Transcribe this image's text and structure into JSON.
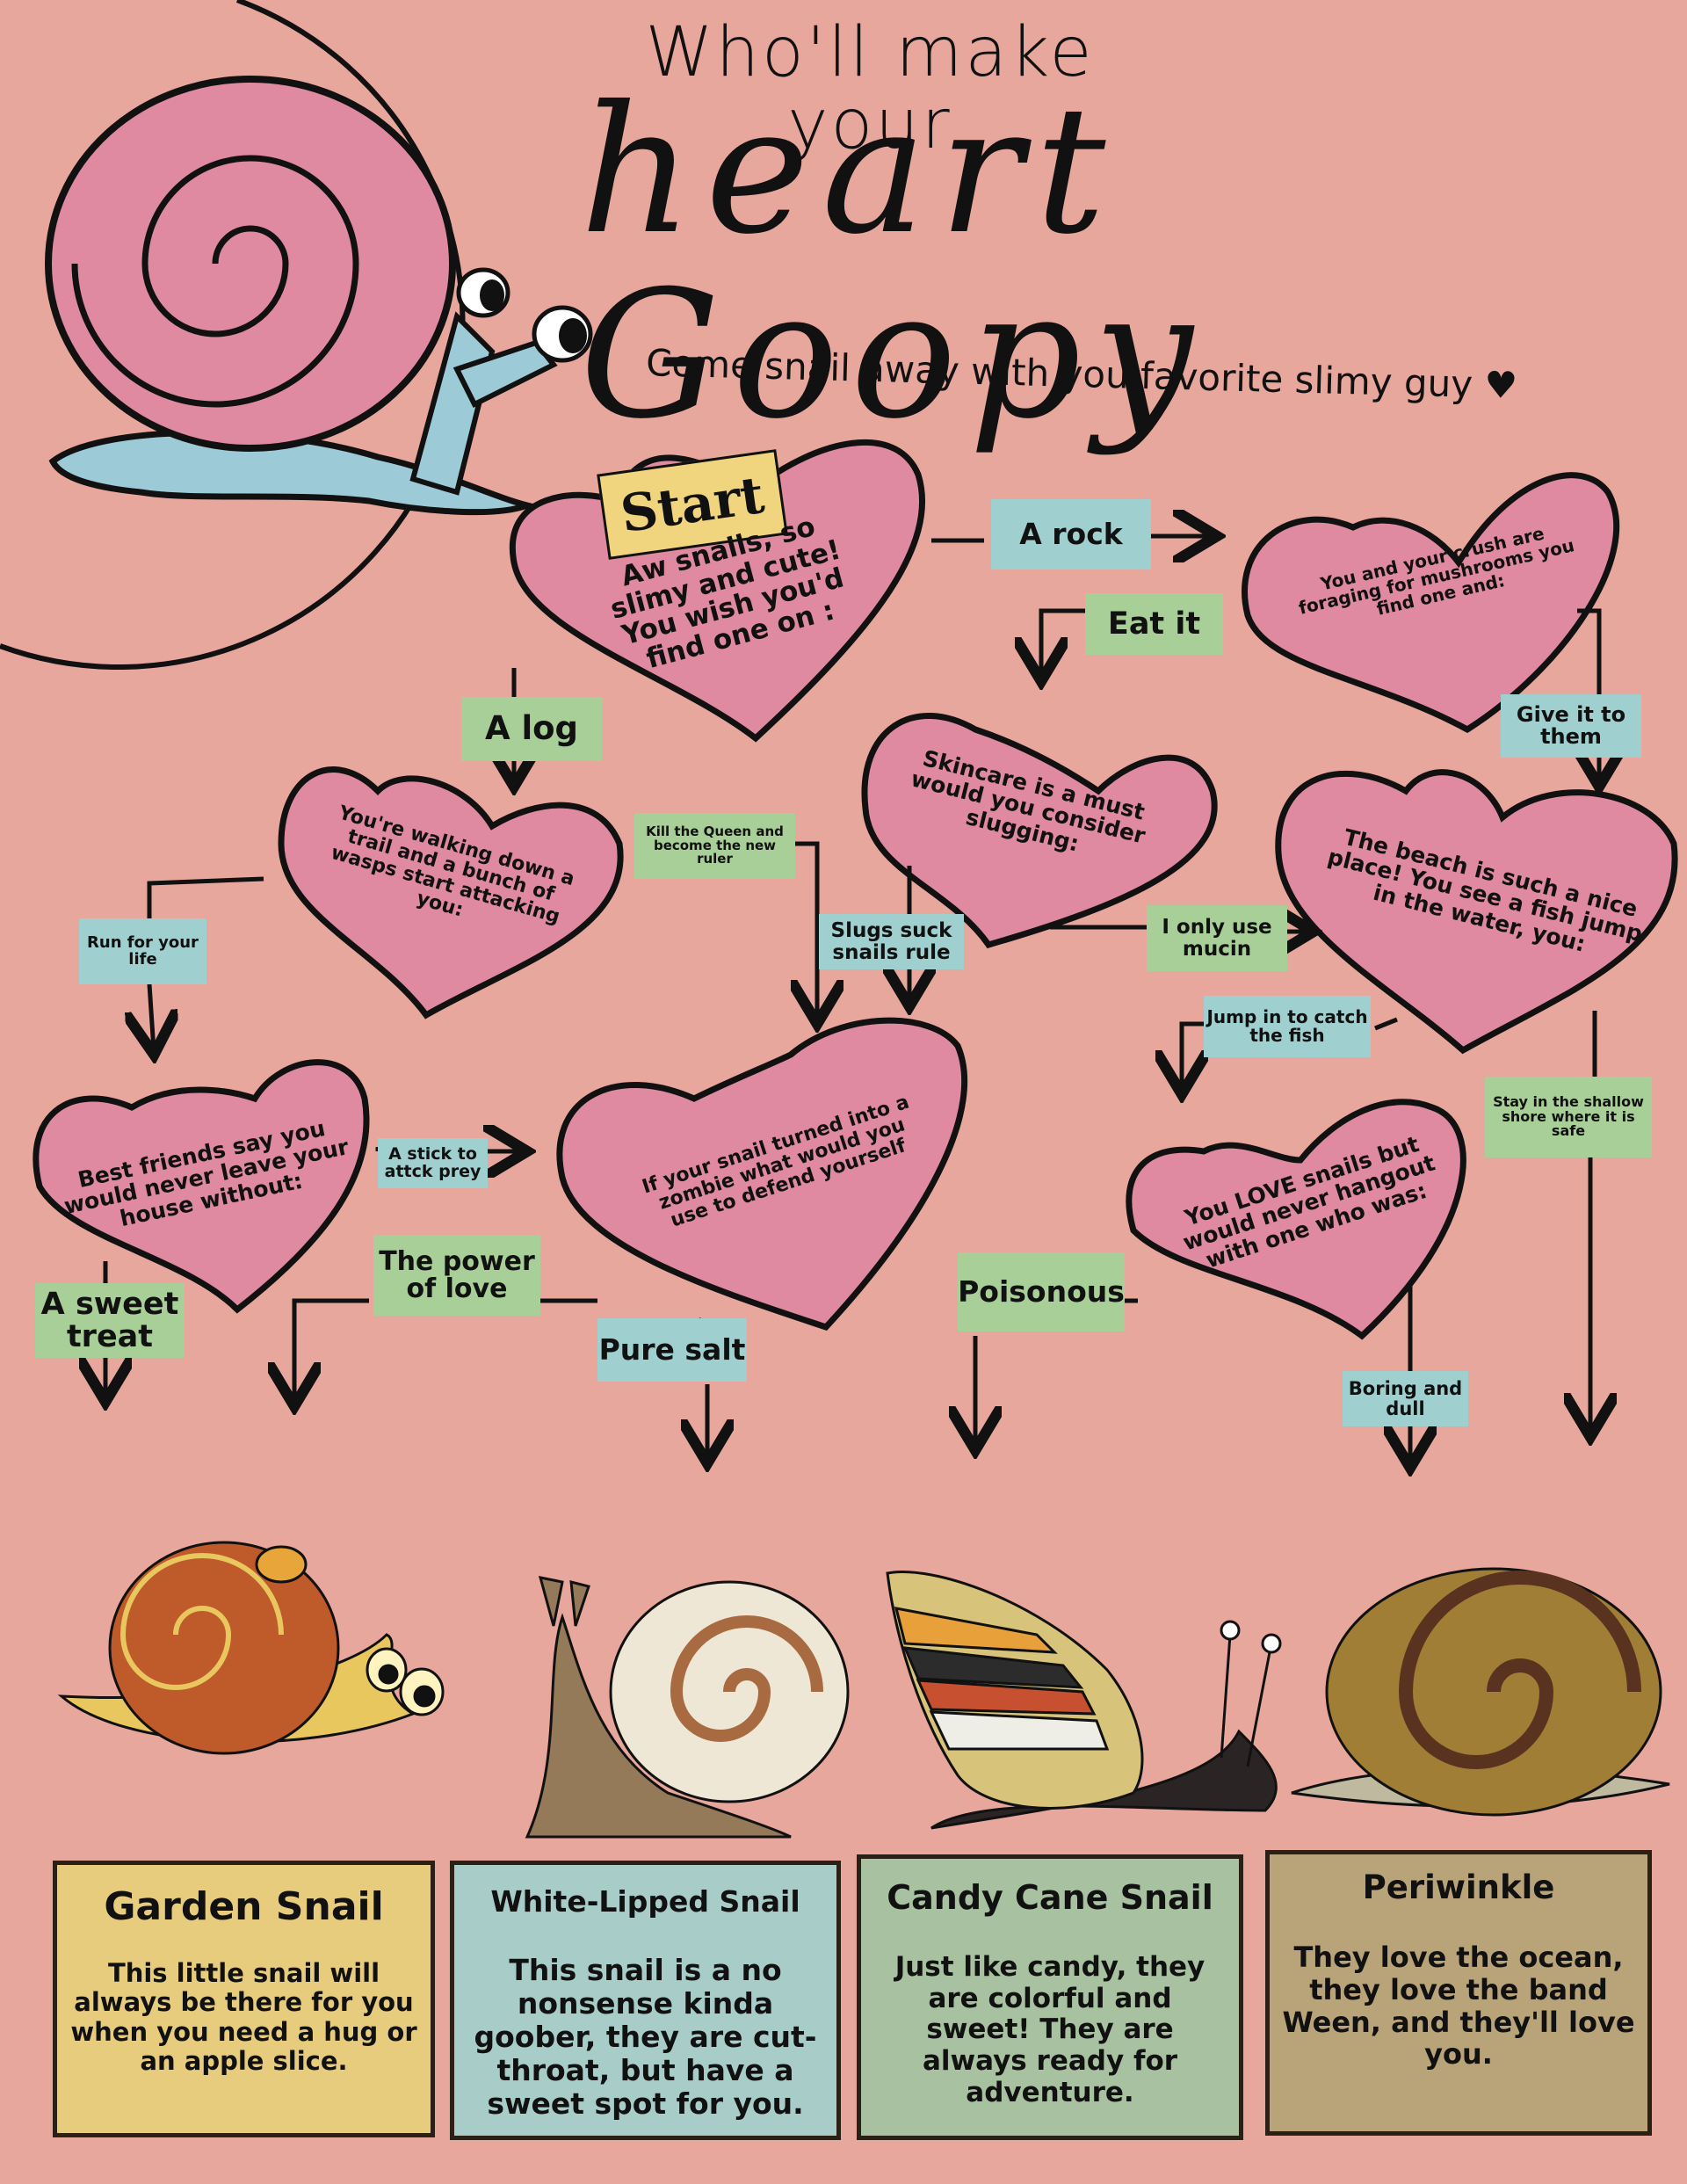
{
  "title": {
    "line1": "Who'll make your",
    "line2": "heart Goopy"
  },
  "subtitle": "Come snail away with you favorite slimy guy ♥",
  "colors": {
    "background": "#e8a79d",
    "heart": "#df8aa1",
    "blue_label": "#9fd0cf",
    "green_label": "#a8cf97",
    "yellow_label": "#f0d57e"
  },
  "start_label": "Start",
  "nodes": {
    "start": "Aw snails, so slimy and cute! You wish you'd find one on :",
    "mushroom": "You and your crush are foraging for mushrooms you find one and:",
    "wasps": "You're walking down a trail and a bunch of wasps start attacking you:",
    "skincare": "Skincare is a must would you consider slugging:",
    "beach": "The beach is such a nice place! You see a fish jump in the water, you:",
    "friends": "Best friends say you would never leave your house without:",
    "zombie": "If your snail turned into a zombie what would you use to defend yourself",
    "love": "You LOVE snails but would never hangout with one who was:"
  },
  "edges": {
    "a_rock": "A rock",
    "eat_it": "Eat it",
    "a_log": "A log",
    "give_it": "Give it to them",
    "kill_queen": "Kill the Queen and become the new ruler",
    "run": "Run for your life",
    "slugs_suck": "Slugs suck snails rule",
    "mucin": "I only use mucin",
    "jump_in": "Jump in to catch the fish",
    "stay_shore": "Stay in the shallow shore where it is safe",
    "stick": "A stick to attck prey",
    "power_love": "The power of love",
    "sweet_treat": "A sweet treat",
    "pure_salt": "Pure salt",
    "poisonous": "Poisonous",
    "boring": "Boring and dull"
  },
  "results": [
    {
      "name": "Garden Snail",
      "text": "This little snail will always be there for you when you need a hug or an apple slice.",
      "color": "#e7cc7e"
    },
    {
      "name": "White-Lipped Snail",
      "text": "This snail is a no nonsense kinda goober, they are cut-throat, but have a sweet spot for you.",
      "color": "#a8cdc8"
    },
    {
      "name": "Candy Cane Snail",
      "text": "Just like candy, they are colorful and sweet! They are always ready for adventure.",
      "color": "#a8c1a0"
    },
    {
      "name": "Periwinkle",
      "text": "They love the ocean, they love the band Ween, and they'll love you.",
      "color": "#b9a47a"
    }
  ]
}
